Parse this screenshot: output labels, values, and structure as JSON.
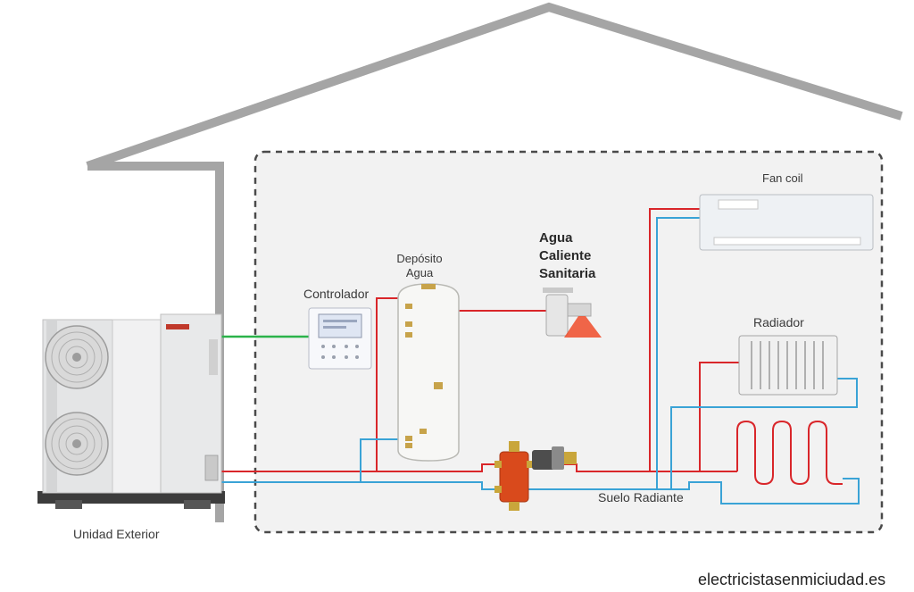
{
  "labels": {
    "outdoor_unit": "Unidad Exterior",
    "controller": "Controlador",
    "tank_line1": "Depósito",
    "tank_line2": "Agua",
    "dhw_line1": "Agua",
    "dhw_line2": "Caliente",
    "dhw_line3": "Sanitaria",
    "fan_coil": "Fan coil",
    "radiator": "Radiador",
    "floor_heating": "Suelo Radiante"
  },
  "watermark": "electricistasenmiciudad.es",
  "colors": {
    "house_outline": "#a5a5a5",
    "room_dashed_border": "#4a4a4a",
    "room_fill": "#f2f2f2",
    "supply_pipe": "#d9262a",
    "return_pipe": "#3aa3d6",
    "controller_link": "#2bb34a",
    "separator": "#d94a1c"
  }
}
